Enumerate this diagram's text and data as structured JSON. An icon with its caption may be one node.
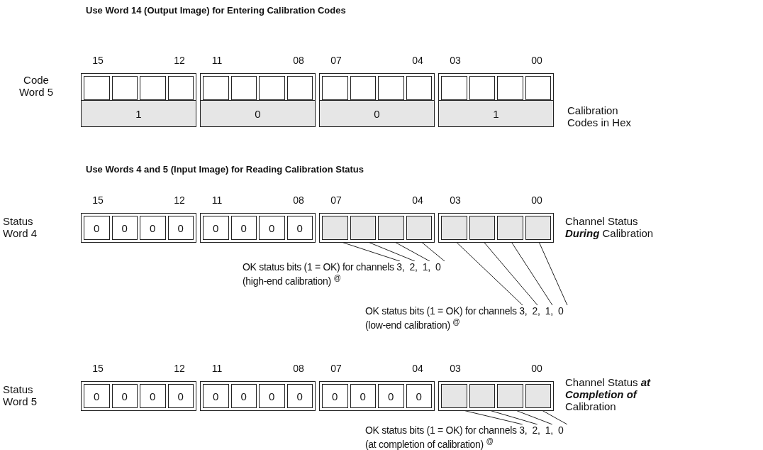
{
  "diagram": {
    "nodes": [
      {
        "text": [],
        "shape": "box"
      },
      {
        "text": [],
        "shape": "box",
        "in": 0
      },
      {
        "text": [],
        "shape": "box",
        "in": 0
      },
      {
        "text": [],
        "shape": "box",
        "in": 0
      },
      {
        "text": [],
        "shape": "box",
        "in": 0
      },
      {
        "text": [],
        "shape": "box"
      },
      {
        "text": [],
        "shape": "box",
        "in": 5
      },
      {
        "text": [],
        "shape": "box",
        "in": 5
      },
      {
        "text": [],
        "shape": "box",
        "in": 5
      },
      {
        "text": [],
        "shape": "box",
        "in": 5
      },
      {
        "text": [],
        "shape": "box"
      },
      {
        "text": [],
        "shape": "box",
        "in": 10
      },
      {
        "text": [],
        "shape": "box",
        "in": 10
      },
      {
        "text": [],
        "shape": "box",
        "in": 10
      },
      {
        "text": [],
        "shape": "box",
        "in": 10
      },
      {
        "text": [],
        "shape": "box"
      },
      {
        "text": [],
        "shape": "box",
        "in": 15
      },
      {
        "text": [],
        "shape": "box",
        "in": 15
      },
      {
        "text": [],
        "shape": "box",
        "in": 15
      },
      {
        "text": [],
        "shape": "box",
        "in": 15
      },
      {
        "text": [
          "1"
        ]
      },
      {
        "text": [
          "0"
        ]
      },
      {
        "text": [
          "0"
        ]
      },
      {
        "text": [
          "1"
        ]
      },
      {
        "text": [],
        "shape": "box"
      },
      {
        "text": [
          "0"
        ],
        "in": 24
      },
      {
        "text": [
          "0"
        ],
        "in": 24
      },
      {
        "text": [
          "0"
        ],
        "in": 24
      },
      {
        "text": [
          "0"
        ],
        "in": 24
      },
      {
        "text": [],
        "shape": "box"
      },
      {
        "text": [
          "0"
        ],
        "in": 29
      },
      {
        "text": [
          "0"
        ],
        "in": 29
      },
      {
        "text": [
          "0"
        ],
        "in": 29
      },
      {
        "text": [
          "0"
        ],
        "in": 29
      },
      {
        "text": [],
        "shape": "box"
      },
      {
        "text": [],
        "shape": "box",
        "in": 34
      },
      {
        "text": [],
        "shape": "box",
        "in": 34
      },
      {
        "text": [],
        "shape": "box",
        "in": 34
      },
      {
        "text": [],
        "shape": "box",
        "in": 34
      },
      {
        "text": [],
        "shape": "box"
      },
      {
        "text": [],
        "shape": "box",
        "in": 39
      },
      {
        "text": [],
        "shape": "box",
        "in": 39
      },
      {
        "text": [],
        "shape": "box",
        "in": 39
      },
      {
        "text": [],
        "shape": "box",
        "in": 39
      },
      {
        "text": [
          "OK status bits (1 = OK) for channels 3,  2,  1,  0 (high-end calibration) $^{@}$"
        ]
      },
      {
        "text": [
          "OK status bits (1 = OK) for channels 3,  2,  1,  0 (low-end calibration) $^{@}$"
        ]
      },
      {
        "text": [],
        "shape": "box"
      },
      {
        "text": [
          "0"
        ],
        "in": 46
      },
      {
        "text": [
          "0"
        ],
        "in": 46
      },
      {
        "text": [
          "0"
        ],
        "in": 46
      },
      {
        "text": [
          "0"
        ],
        "in": 46
      },
      {
        "text": [],
        "shape": "box"
      },
      {
        "text": [
          "0"
        ],
        "in": 51
      },
      {
        "text": [
          "0"
        ],
        "in": 51
      },
      {
        "text": [
          "0"
        ],
        "in": 51
      },
      {
        "text": [
          "0"
        ],
        "in": 51
      },
      {
        "text": [],
        "shape": "box"
      },
      {
        "text": [
          "0"
        ],
        "in": 56
      },
      {
        "text": [
          "0"
        ],
        "in": 56
      },
      {
        "text": [
          "0"
        ],
        "in": 56
      },
      {
        "text": [
          "0"
        ],
        "in": 56
      },
      {
        "text": [],
        "shape": "box"
      },
      {
        "text": [],
        "shape": "box",
        "in": 61
      },
      {
        "text": [],
        "shape": "box",
        "in": 61
      },
      {
        "text": [],
        "shape": "box",
        "in": 61
      },
      {
        "text": [],
        "shape": "box",
        "in": 61
      },
      {
        "text": [
          "OK status bits (1 = OK) for channels 3,  2,  1,  0 (at completion of calibration) $^{@}$"
        ]
      }
    ],
    "edges": [
      {
        "from": 44,
        "to": 35,
        "arrow": "none"
      },
      {
        "from": 44,
        "to": 36,
        "arrow": "none"
      },
      {
        "from": 44,
        "to": 37,
        "arrow": "none"
      },
      {
        "from": 44,
        "to": 38,
        "arrow": "none"
      },
      {
        "from": 45,
        "to": 40,
        "arrow": "none"
      },
      {
        "from": 45,
        "to": 41,
        "arrow": "none"
      },
      {
        "from": 45,
        "to": 42,
        "arrow": "none"
      },
      {
        "from": 45,
        "to": 43,
        "arrow": "none"
      },
      {
        "from": 66,
        "to": 62,
        "arrow": "none"
      },
      {
        "from": 66,
        "to": 63,
        "arrow": "none"
      },
      {
        "from": 66,
        "to": 64,
        "arrow": "none"
      },
      {
        "from": 66,
        "to": 65,
        "arrow": "none"
      }
    ],
    "labels": [
      "Use Word 14 (Output Image) for Entering Calibration Codes",
      "15",
      "12",
      "11",
      "08",
      "07",
      "04",
      "03",
      "00",
      "Code Word 5",
      "Calibration Codes in Hex",
      "Use Words 4 and 5 (Input Image) for Reading Calibration Status",
      "15",
      "12",
      "11",
      "08",
      "07",
      "04",
      "03",
      "00",
      "Status Word 4",
      "Channel Status **During** Calibration",
      "15",
      "12",
      "11",
      "08",
      "07",
      "04",
      "03",
      "00",
      "Status Word 5",
      "Channel Status **at Completion of** Calibration"
    ]
  }
}
